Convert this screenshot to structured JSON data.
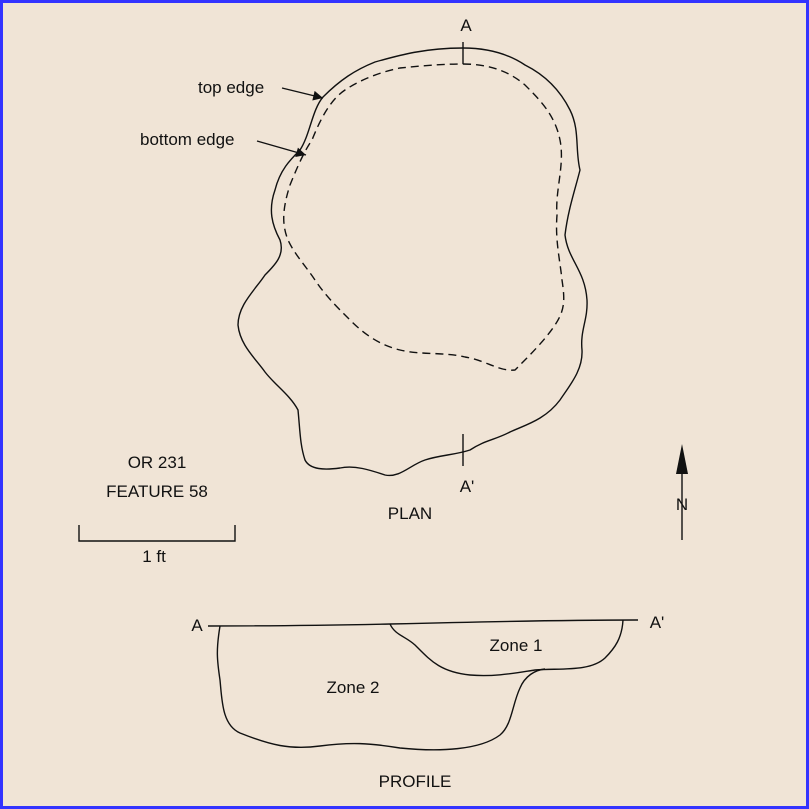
{
  "plan": {
    "section_start": "A",
    "section_end": "A'",
    "top_edge_label": "top edge",
    "bottom_edge_label": "bottom edge",
    "title": "PLAN"
  },
  "site": {
    "line1": "OR 231",
    "line2": "FEATURE 58"
  },
  "scale": {
    "label": "1 ft"
  },
  "north": {
    "label": "N"
  },
  "profile": {
    "start": "A",
    "end": "A'",
    "zone1": "Zone 1",
    "zone2": "Zone 2",
    "title": "PROFILE"
  }
}
